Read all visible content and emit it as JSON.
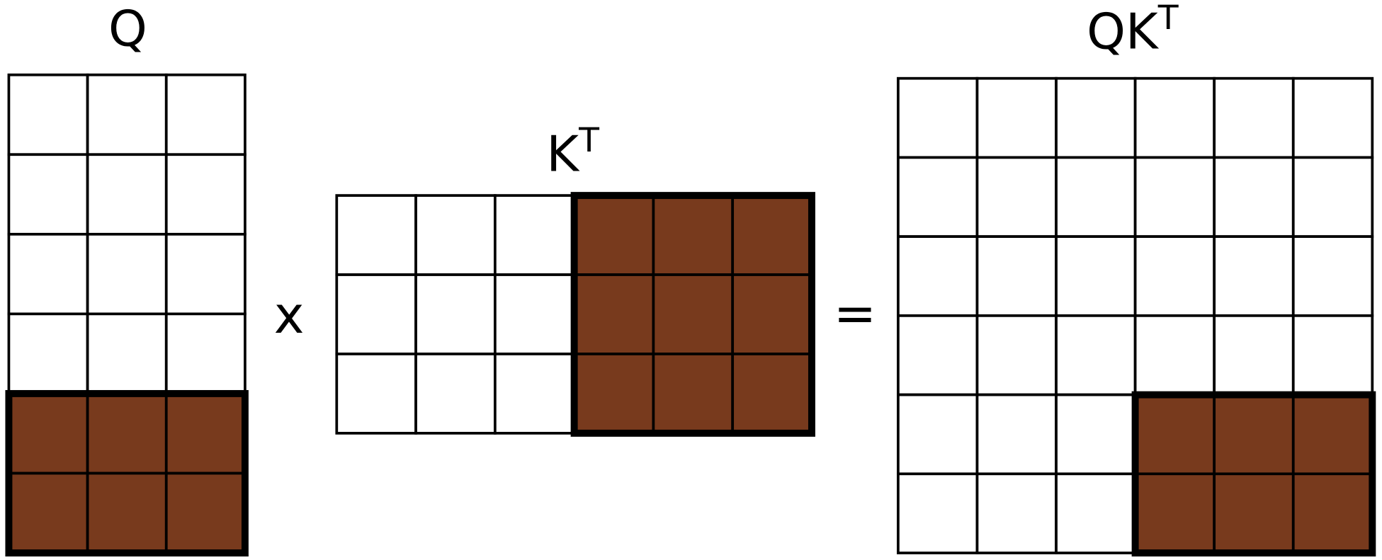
{
  "colors": {
    "highlight": "#783a1d",
    "line": "#000000",
    "background": "#ffffff"
  },
  "operators": {
    "multiply": "x",
    "equals": "="
  },
  "matrices": [
    {
      "id": "q",
      "label": "Q",
      "label_sup": "",
      "rows": 6,
      "cols": 3,
      "highlight": {
        "rows": [
          4,
          5
        ],
        "cols": [
          0,
          2
        ]
      }
    },
    {
      "id": "kt",
      "label": "K",
      "label_sup": "T",
      "rows": 3,
      "cols": 6,
      "highlight": {
        "rows": [
          0,
          2
        ],
        "cols": [
          3,
          5
        ]
      }
    },
    {
      "id": "qkt",
      "label": "QK",
      "label_sup": "T",
      "rows": 6,
      "cols": 6,
      "highlight": {
        "rows": [
          4,
          5
        ],
        "cols": [
          3,
          5
        ]
      }
    }
  ]
}
